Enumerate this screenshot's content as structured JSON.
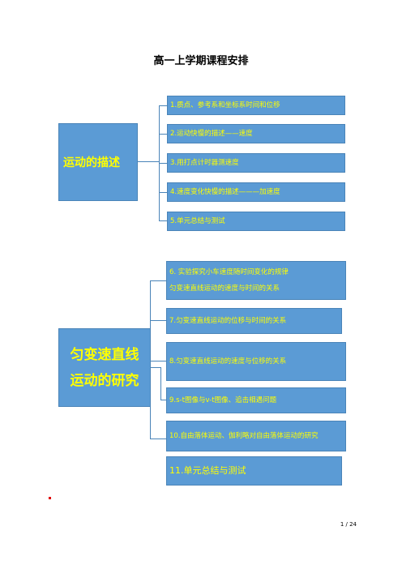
{
  "page_title": "高一上学期课程安排",
  "section1": {
    "heading": "运动的描述",
    "items": [
      "1.质点、参考系和坐标系时间和位移",
      "2.运动快慢的描述——速度",
      "3.用打点计时器测速度",
      "4.速度变化快慢的描述———加速度",
      "5.单元总结与测试"
    ]
  },
  "section2": {
    "heading_line1": "匀变速直线",
    "heading_line2": "运动的研究",
    "items": [
      "6. 实验探究小车速度随时间变化的规律",
      "匀变速直线运动的速度与时间的关系",
      "7.匀变速直线运动的位移与时间的关系",
      "8.匀变速直线运动的速度与位移的关系",
      "9.s-t图像与v-t图像、追击相遇问题",
      "10.自由落体运动、伽利略对自由落体运动的研究",
      "11.单元总结与测试"
    ]
  },
  "page_number": "1 / 24",
  "colors": {
    "box_fill": "#5b9bd5",
    "box_text": "#ffff00",
    "connector": "#4a84b8",
    "marker": "#e00000"
  }
}
